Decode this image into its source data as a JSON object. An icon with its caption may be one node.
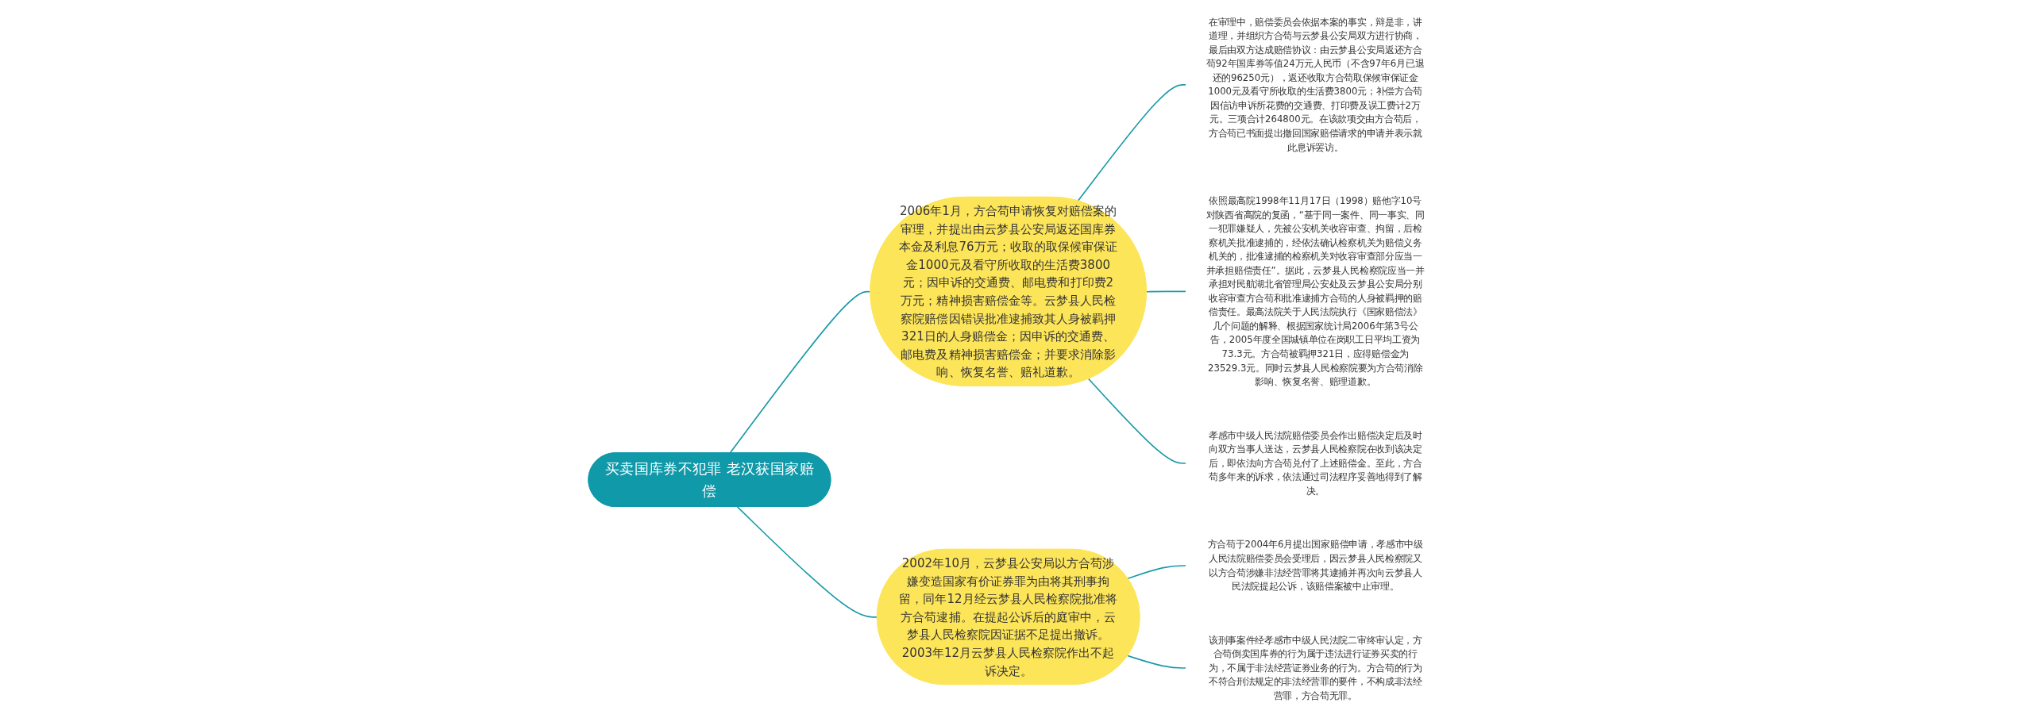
{
  "diagram": {
    "nodes": [
      {
        "text": [
          "买卖国库券不犯罪 老汉获国家赔偿"
        ]
      },
      {
        "text": [
          "2006年1月，方合苟申请恢复对赔偿案的审理，并提出由云梦县公安局返还国库券本金及利息76万元；收取的取保候审保证金1000元及看守所收取的生活费3800元；因申诉的交通费、邮电费和打印费2万元；精神损害赔偿金等。云梦县人民检察院赔偿因错误批准逮捕致其人身被羁押321日的人身赔偿金；因申诉的交通费、邮电费及精神损害赔偿金；并要求消除影响、恢复名誉、赔礼道歉。"
        ]
      },
      {
        "text": [
          "在审理中，赔偿委员会依据本案的事实，辩是非，讲道理，并组织方合苟与云梦县公安局双方进行协商，最后由双方达成赔偿协议：由云梦县公安局返还方合苟92年国库券等值24万元人民币（不含97年6月已退还的96250元），返还收取方合苟取保候审保证金1000元及看守所收取的生活费3800元；补偿方合苟因信访申诉所花费的交通费、打印费及误工费计2万元。三项合计264800元。在该款项交由方合苟后，方合苟已书面提出撤回国家赔偿请求的申请并表示就此息诉罢访。"
        ]
      },
      {
        "text": [
          "依照最高院1998年11月17日（1998）赔他字10号对陕西省高院的复函，“基于同一案件、同一事实、同一犯罪嫌疑人，先被公安机关收容审查、拘留，后检察机关批准逮捕的，经依法确认检察机关为赔偿义务机关的，批准逮捕的检察机关对收容审查部分应当一并承担赔偿责任”。据此，云梦县人民检察院应当一并承担对民航湖北省管理局公安处及云梦县公安局分别收容审查方合苟和批准逮捕方合苟的人身被羁押的赔偿责任。最高法院关于人民法院执行《国家赔偿法》几个问题的解释、根据国家统计局2006年第3号公告，2005年度全国城镇单位在岗职工日平均工资为73.3元。方合苟被羁押321日，应得赔偿金为23529.3元。同时云梦县人民检察院要为方合苟消除影响、恢复名誉、赔理道歉。"
        ]
      },
      {
        "text": [
          "孝感市中级人民法院赔偿委员会作出赔偿决定后及时向双方当事人送达，云梦县人民检察院在收到该决定后，即依法向方合苟兑付了上述赔偿金。至此，方合苟多年来的诉求，依法通过司法程序妥善地得到了解决。"
        ]
      },
      {
        "text": [
          "2002年10月，云梦县公安局以方合苟涉嫌变造国家有价证券罪为由将其刑事拘留，同年12月经云梦县人民检察院批准将方合苟逮捕。在提起公诉后的庭审中，云梦县人民检察院因证据不足提出撤诉。2003年12月云梦县人民检察院作出不起诉决定。"
        ]
      },
      {
        "text": [
          "方合苟于2004年6月提出国家赔偿申请，孝感市中级人民法院赔偿委员会受理后，因云梦县人民检察院又以方合苟涉嫌非法经营罪将其逮捕并再次向云梦县人民法院提起公诉，该赔偿案被中止审理。"
        ]
      },
      {
        "text": [
          "该刑事案件经孝感市中级人民法院二审终审认定，方合苟倒卖国库券的行为属于违法进行证券买卖的行为，不属于非法经营证券业务的行为。方合苟的行为不符合刑法规定的非法经营罪的要件，不构成非法经营罪，方合苟无罪。"
        ]
      }
    ],
    "edges": [
      {
        "from": 0,
        "to": 1,
        "arrow": "none"
      },
      {
        "from": 1,
        "to": 2,
        "arrow": "none"
      },
      {
        "from": 1,
        "to": 3,
        "arrow": "none"
      },
      {
        "from": 1,
        "to": 4,
        "arrow": "none"
      },
      {
        "from": 0,
        "to": 5,
        "arrow": "none"
      },
      {
        "from": 5,
        "to": 6,
        "arrow": "none"
      },
      {
        "from": 5,
        "to": 7,
        "arrow": "none"
      }
    ]
  }
}
